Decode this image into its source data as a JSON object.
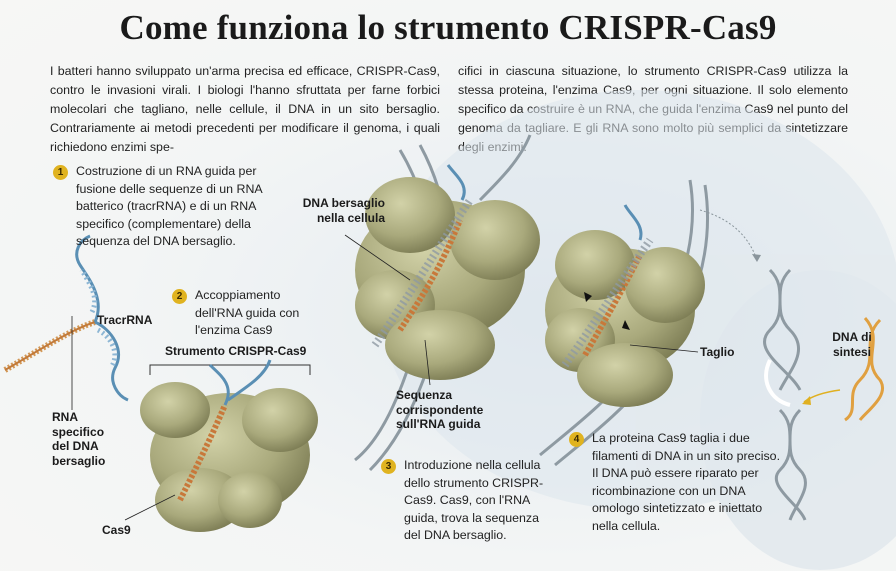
{
  "title": "Come funziona lo strumento CRISPR-Cas9",
  "intro": {
    "left": "I batteri hanno sviluppato un'arma precisa ed efficace, CRISPR-Cas9, contro le invasioni virali. I biologi l'hanno sfruttata per farne forbici molecolari che tagliano, nelle cellule, il DNA in un sito bersaglio. Contrariamente ai metodi precedenti per modificare il genoma, i quali richiedono enzimi spe-",
    "right": "cifici in ciascuna situazione, lo strumento CRISPR-Cas9 utilizza la stessa proteina, l'enzima Cas9, per ogni situazione. Il solo elemento specifico da costruire è un RNA, che guida l'enzima Cas9 nel punto del genoma da tagliare. E gli RNA sono molto più semplici da sintetizzare degli enzimi."
  },
  "steps": [
    {
      "num": "1",
      "text": "Costruzione di un RNA guida per fusione delle sequenze di un RNA batterico (tracrRNA) e di un RNA specifico (complementare) della sequenza del DNA bersaglio."
    },
    {
      "num": "2",
      "text": "Accoppiamento dell'RNA guida con l'enzima Cas9"
    },
    {
      "num": "3",
      "text": "Introduzione nella cellula dello strumento CRISPR-Cas9. Cas9, con l'RNA guida, trova la sequenza del DNA bersaglio."
    },
    {
      "num": "4",
      "text": "La proteina Cas9 taglia i due filamenti di DNA in un sito preciso. Il DNA può essere riparato per ricombinazione con un DNA omologo sintetizzato e iniettato nella cellula."
    }
  ],
  "labels": {
    "tracrrna": "TracrRNA",
    "rna_specifico": "RNA specifico del DNA bersaglio",
    "strumento": "Strumento CRISPR-Cas9",
    "cas9": "Cas9",
    "dna_bersaglio": "DNA bersaglio nella cellula",
    "sequenza": "Sequenza corrispondente sull'RNA guida",
    "taglio": "Taglio",
    "dna_sintesi": "DNA di sintesi"
  },
  "colors": {
    "protein": "#a9a97c",
    "protein_dark": "#7d7d55",
    "rna_guide": "#c8783a",
    "tracr_blue": "#5a8fb4",
    "dna_grey": "#8e9aa2",
    "dna_synth": "#e0a040",
    "badge": "#e0b320"
  }
}
